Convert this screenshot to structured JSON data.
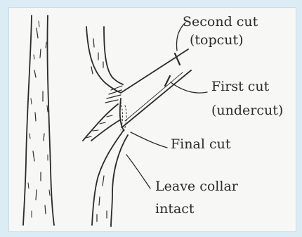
{
  "labels": {
    "second_cut": "Second cut",
    "topcut": "(topcut)",
    "first_cut": "First cut",
    "undercut": "(undercut)",
    "final_cut": "Final cut",
    "leave_collar": "Leave collar",
    "intact": "intact"
  },
  "colors": {
    "frame": "#dcecf5",
    "panel": "#f7f7f5",
    "ink": "#2a2a2a"
  }
}
